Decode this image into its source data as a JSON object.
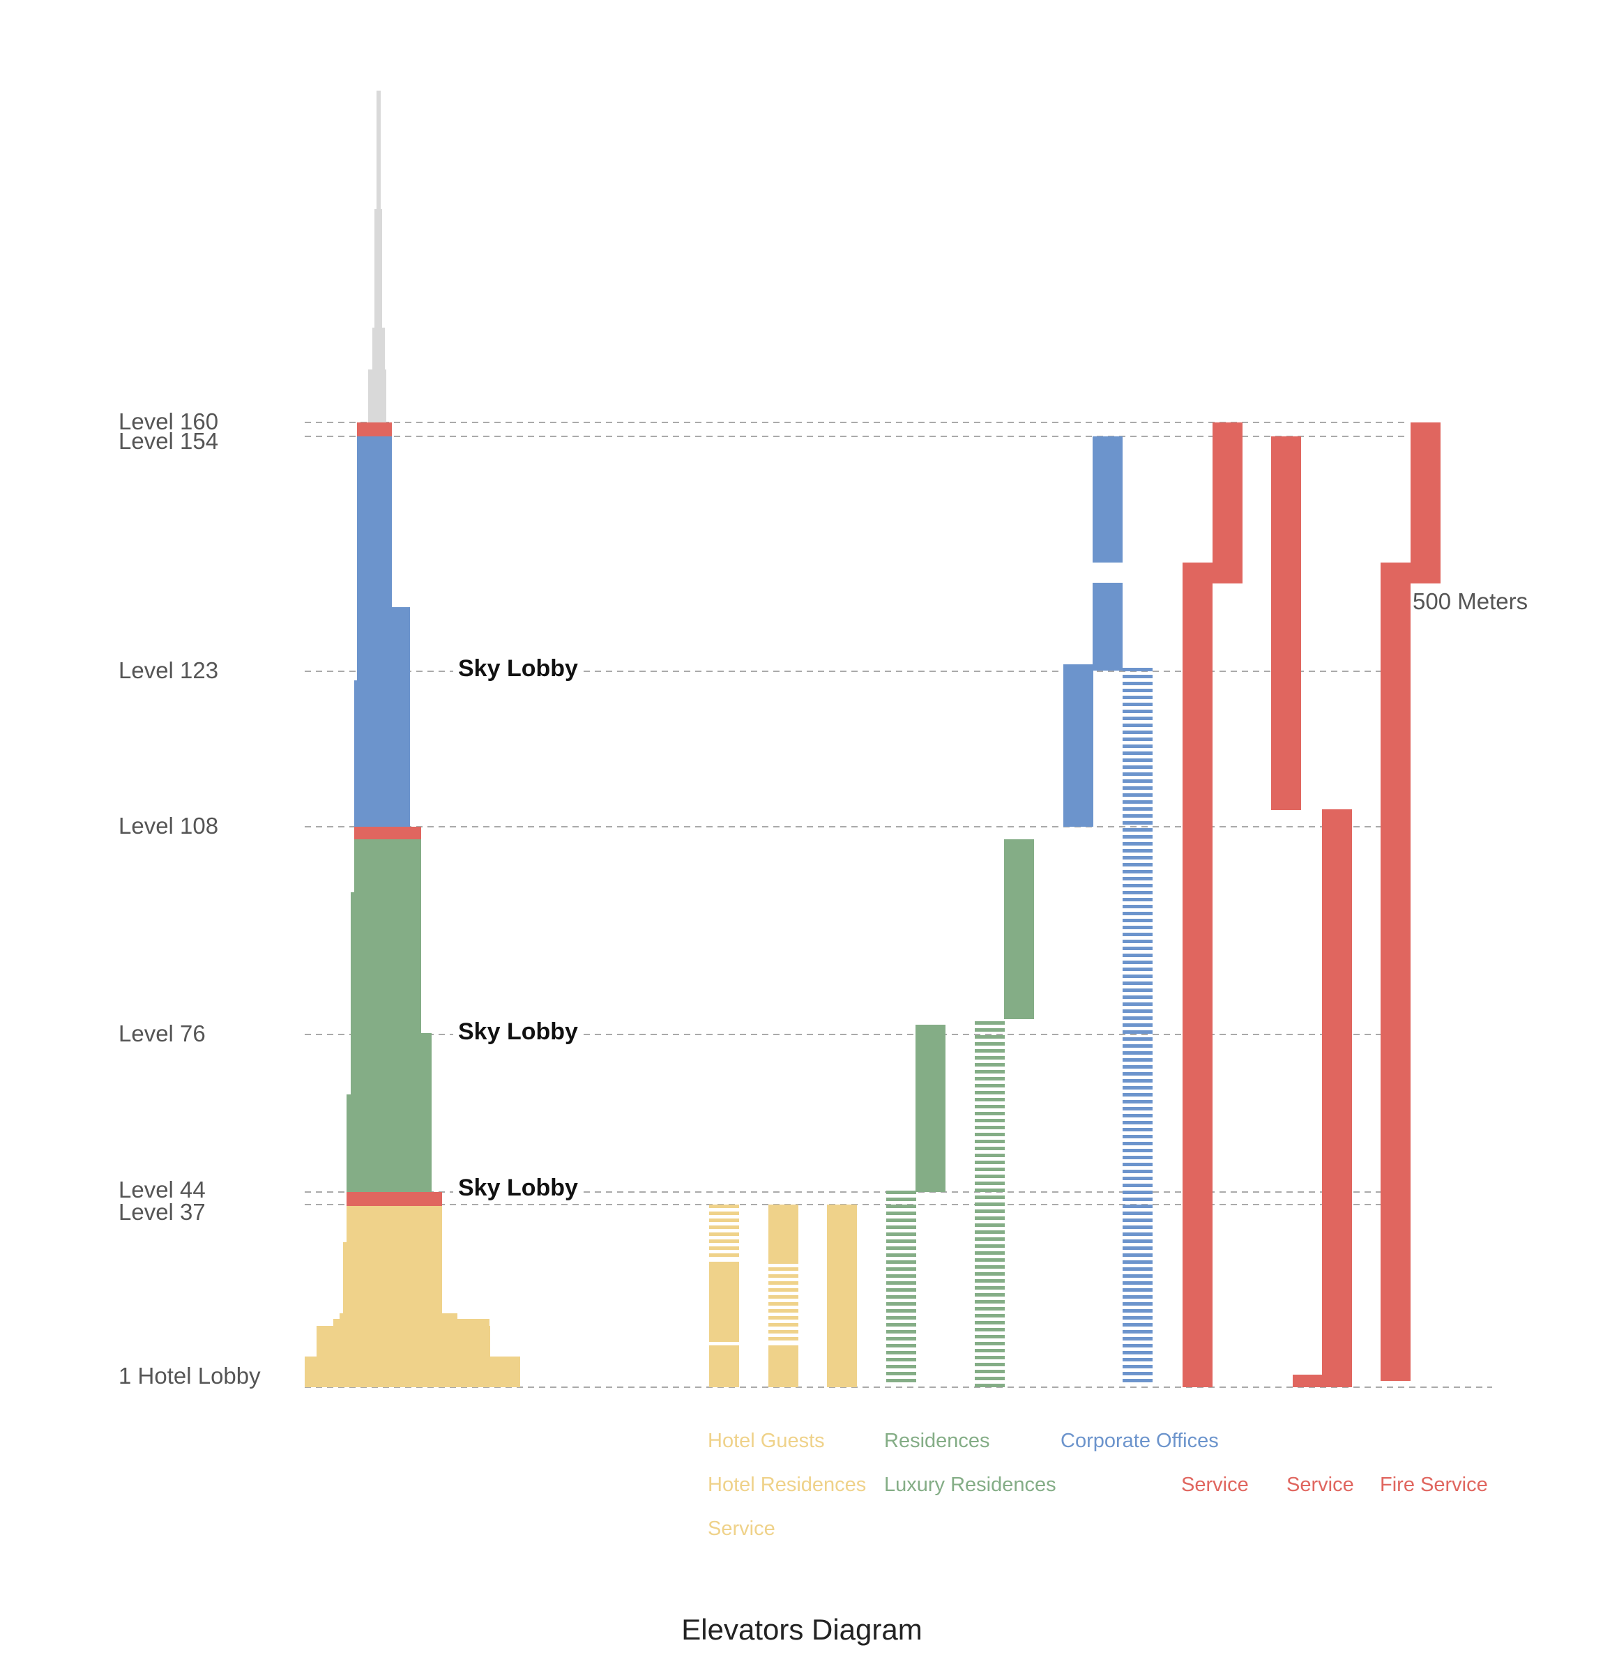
{
  "title": "Elevators Diagram",
  "colors": {
    "spire": "#d9d9d9",
    "hotel": "#efd28a",
    "residential": "#84ad86",
    "corporate": "#6c94cc",
    "service": "#e0665f",
    "guide": "#aaaaaa",
    "text": "#555555"
  },
  "levels": [
    {
      "id": "l160",
      "label": "Level 160",
      "level": 160
    },
    {
      "id": "l154",
      "label": "Level 154",
      "level": 154
    },
    {
      "id": "l123",
      "label": "Level 123",
      "level": 123
    },
    {
      "id": "l108",
      "label": "Level 108",
      "level": 108
    },
    {
      "id": "l76",
      "label": "Level 76",
      "level": 76
    },
    {
      "id": "l44",
      "label": "Level 44",
      "level": 44
    },
    {
      "id": "l37",
      "label": "Level 37",
      "level": 37
    },
    {
      "id": "l1",
      "label": "1 Hotel Lobby",
      "level": 1
    }
  ],
  "sky_lobbies": [
    {
      "label": "Sky Lobby",
      "level": 123
    },
    {
      "label": "Sky Lobby",
      "level": 76
    },
    {
      "label": "Sky Lobby",
      "level": 44
    }
  ],
  "annotation": "500 Meters",
  "legend": [
    {
      "label": "Hotel Guests",
      "color": "hotel"
    },
    {
      "label": "Hotel Residences",
      "color": "hotel"
    },
    {
      "label": "Service",
      "color": "hotel"
    },
    {
      "label": "Residences",
      "color": "residential"
    },
    {
      "label": "Luxury Residences",
      "color": "residential"
    },
    {
      "label": "Corporate Offices",
      "color": "corporate"
    },
    {
      "label": "Service",
      "color": "service"
    },
    {
      "label": "Service",
      "color": "service"
    },
    {
      "label": "Fire Service",
      "color": "service"
    }
  ]
}
